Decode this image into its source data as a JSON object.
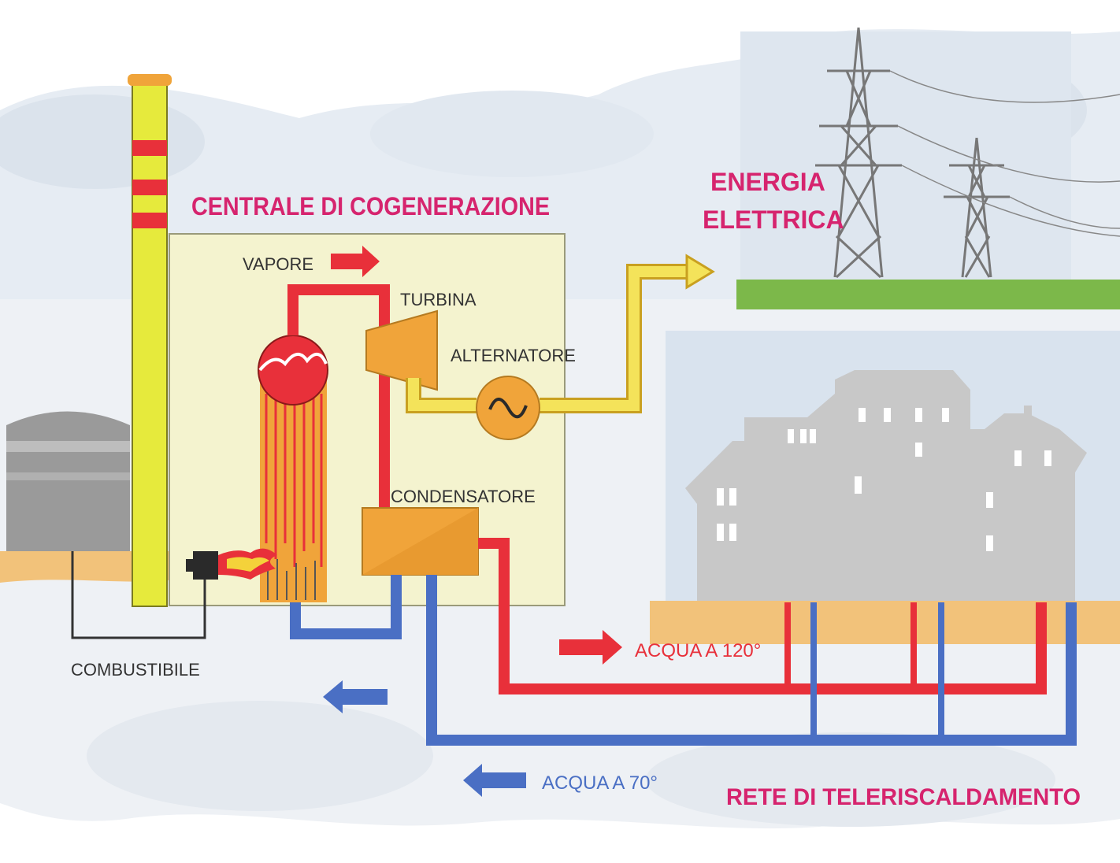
{
  "labels": {
    "title": "CENTRALE DI COGENERAZIONE",
    "vapore": "VAPORE",
    "turbina": "TURBINA",
    "alternatore": "ALTERNATORE",
    "condensatore": "CONDENSATORE",
    "energia_line1": "ENERGIA",
    "energia_line2": "ELETTRICA",
    "combustibile": "COMBUSTIBILE",
    "acqua_120": "ACQUA A 120°",
    "acqua_70": "ACQUA A 70°",
    "rete": "RETE DI TELERISCALDAMENTO"
  },
  "colors": {
    "title_magenta": "#d6246e",
    "pipe_hot": "#e8303a",
    "pipe_cold": "#4a6fc4",
    "pipe_power": "#f4e35a",
    "chimney_yellow": "#e6ea3c",
    "plant_bg": "#f4f3cf",
    "orange_unit": "#f0a43a",
    "ground_green": "#7cb84a",
    "ground_sand": "#f2c27a",
    "building_gray": "#c8c8c8",
    "sky_blue": "#dde6f0"
  },
  "icons": {
    "alternator": "sine-wave-icon",
    "burner": "flame-icon",
    "pylon": "power-pylon-icon"
  }
}
